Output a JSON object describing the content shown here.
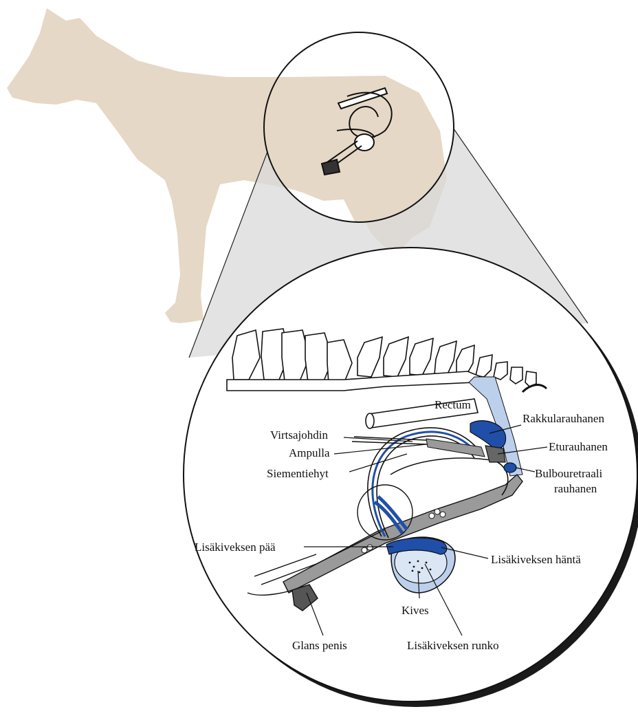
{
  "labels": {
    "rectum": "Rectum",
    "seminal_vesicle": "Rakkularauhanen",
    "ureter": "Virtsajohdin",
    "ampulla": "Ampulla",
    "prostate": "Eturauhanen",
    "vas_deferens": "Siementiehyt",
    "bulbourethral_line1": "Bulbouretraali",
    "bulbourethral_line2": "rauhanen",
    "epididymis_head": "Lisäkiveksen pää",
    "epididymis_tail": "Lisäkiveksen häntä",
    "testis": "Kives",
    "glans": "Glans penis",
    "epididymis_body": "Lisäkiveksen runko"
  },
  "colors": {
    "horse": "#e6d8c6",
    "gland_blue": "#1f4fa8",
    "light_blue": "#bcd0ec",
    "gray": "#9a9a9a",
    "cone": "#d9d9d9",
    "outline": "#111111"
  }
}
